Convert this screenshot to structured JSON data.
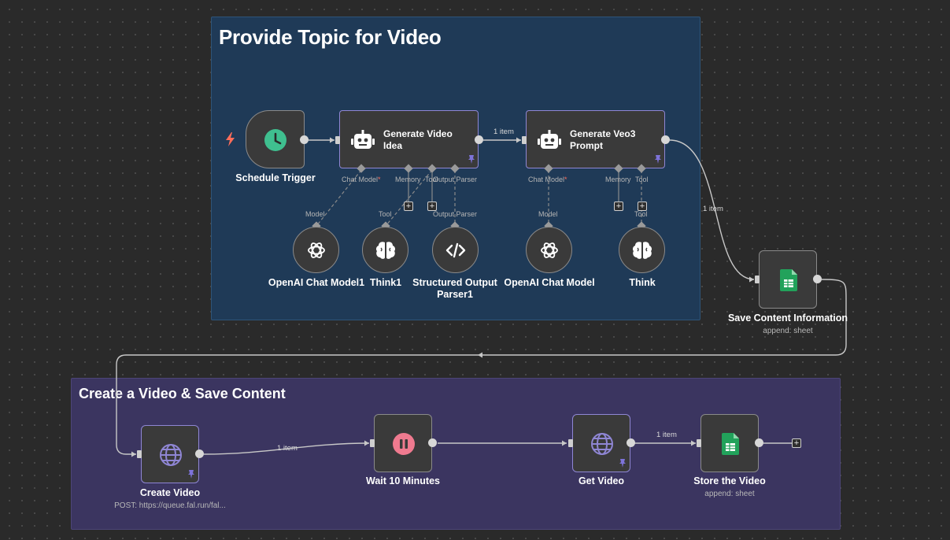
{
  "stickies": {
    "top_title": "Provide Topic for Video",
    "bottom_title": "Create a Video & Save Content"
  },
  "nodes": {
    "schedule_trigger": {
      "title": "Schedule Trigger",
      "icon": "clock-icon"
    },
    "generate_video_idea": {
      "title_line1": "Generate Video",
      "title_line2": "Idea",
      "icon": "robot-icon",
      "slot_chat_model": "Chat Model",
      "slot_memory": "Memory",
      "slot_tool": "Tool",
      "slot_output_parser": "Output Parser"
    },
    "generate_veo3_prompt": {
      "title_line1": "Generate Veo3",
      "title_line2": "Prompt",
      "icon": "robot-icon",
      "slot_chat_model": "Chat Model",
      "slot_memory": "Memory",
      "slot_tool": "Tool"
    },
    "openai_chat_model1": {
      "title": "OpenAI Chat Model1",
      "tag": "Model",
      "icon": "openai-icon"
    },
    "think1": {
      "title": "Think1",
      "tag": "Tool",
      "icon": "brain-icon"
    },
    "structured_output_parser1": {
      "title_line1": "Structured Output",
      "title_line2": "Parser1",
      "tag": "Output Parser",
      "icon": "code-icon"
    },
    "openai_chat_model": {
      "title": "OpenAI Chat Model",
      "tag": "Model",
      "icon": "openai-icon"
    },
    "think": {
      "title": "Think",
      "tag": "Tool",
      "icon": "brain-icon"
    },
    "save_content_information": {
      "title": "Save Content Information",
      "subtitle": "append: sheet",
      "icon": "google-sheets-icon"
    },
    "create_video": {
      "title": "Create Video",
      "subtitle": "POST: https://queue.fal.run/fal...",
      "icon": "globe-icon"
    },
    "wait_10_minutes": {
      "title": "Wait 10 Minutes",
      "icon": "pause-icon"
    },
    "get_video": {
      "title": "Get Video",
      "icon": "globe-icon"
    },
    "store_the_video": {
      "title": "Store the Video",
      "subtitle": "append: sheet",
      "icon": "google-sheets-icon"
    }
  },
  "edges": {
    "idea_to_prompt": "1 item",
    "prompt_to_save": "1 item",
    "create_to_wait": "1 item",
    "get_to_store": "1 item"
  },
  "colors": {
    "canvas": "#2a2a2a",
    "sticky_blue": "#1f3a57",
    "sticky_purple": "#3b3560",
    "accent_purple": "#8f86d4",
    "trigger_green": "#3fbf8f",
    "wait_pink": "#ef7a8f",
    "sheets_green": "#22a25b",
    "required_red": "#ff6d5a"
  }
}
